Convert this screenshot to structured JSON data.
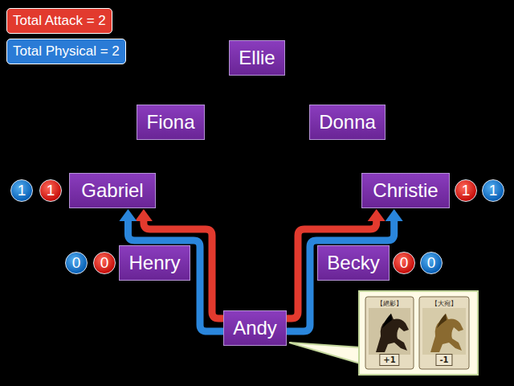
{
  "diagram": {
    "nodes": [
      {
        "text": [
          "Total Attack = 2"
        ]
      },
      {
        "text": [
          "Total Physical = 2"
        ]
      },
      {
        "text": [
          "Ellie"
        ]
      },
      {
        "text": [
          "Fiona"
        ]
      },
      {
        "text": [
          "Donna"
        ]
      },
      {
        "text": [
          "1"
        ]
      },
      {
        "text": [
          "1"
        ]
      },
      {
        "text": [
          "Gabriel"
        ]
      },
      {
        "text": [
          "Christie"
        ]
      },
      {
        "text": [
          "1"
        ]
      },
      {
        "text": [
          "1"
        ]
      },
      {
        "text": [
          "0"
        ]
      },
      {
        "text": [
          "0"
        ]
      },
      {
        "text": [
          "Henry"
        ]
      },
      {
        "text": [
          "Becky"
        ]
      },
      {
        "text": [
          "0"
        ]
      },
      {
        "text": [
          "0"
        ]
      },
      {
        "text": [
          "Andy"
        ]
      },
      {
        "text": [
          "【絕影】",
          "+1"
        ]
      },
      {
        "text": [
          "【大宛】",
          "-1"
        ]
      }
    ],
    "edges": [
      {
        "from": 17,
        "to": 7,
        "arrow": "to"
      },
      {
        "from": 17,
        "to": 7,
        "arrow": "to"
      },
      {
        "from": 17,
        "to": 8,
        "arrow": "to"
      },
      {
        "from": 17,
        "to": 8,
        "arrow": "to"
      }
    ]
  }
}
